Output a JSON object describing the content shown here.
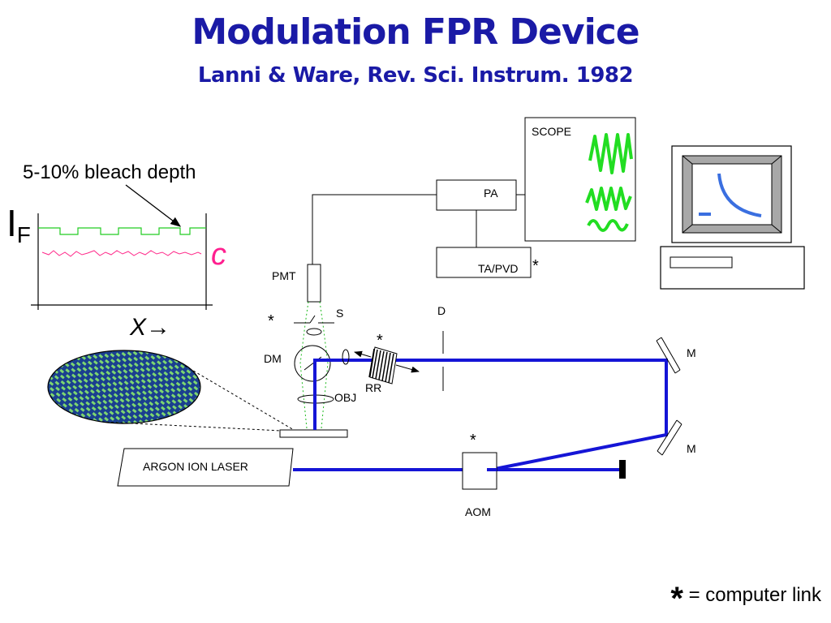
{
  "title": "Modulation FPR Device",
  "subtitle": "Lanni & Ware, Rev. Sci. Instrum. 1982",
  "inset": {
    "annotation": "5-10% bleach depth",
    "intensity_label_main": "I",
    "intensity_label_sub": "F",
    "concentration_label": "c",
    "axis_label": "X",
    "axis_arrow": "→"
  },
  "components": {
    "scope": "SCOPE",
    "pa": "PA",
    "ta_pvd": "TA/PVD",
    "pmt": "PMT",
    "s": "S",
    "dm": "DM",
    "obj": "OBJ",
    "rr": "RR",
    "d": "D",
    "m1": "M",
    "m2": "M",
    "laser": "ARGON ION LASER",
    "aom": "AOM"
  },
  "computer_link_marker": "*",
  "footnote": {
    "star": "*",
    "text": " = computer link"
  },
  "colors": {
    "title": "#1a1aa6",
    "beam": "#1515d6",
    "signal": "#22dd22",
    "concentration": "#ff1f8f",
    "monitor_curve": "#3a6fe0"
  }
}
